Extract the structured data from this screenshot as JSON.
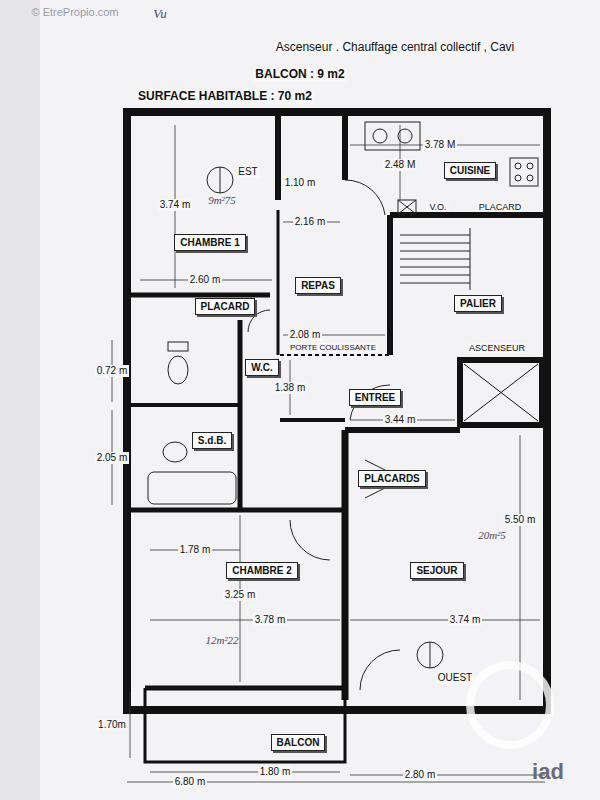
{
  "diagram": {
    "nodes": [
      {
        "text": [
          "CHAMBRE 1"
        ]
      },
      {
        "text": [
          "PLACARD"
        ]
      },
      {
        "text": [
          "REPAS"
        ]
      },
      {
        "text": [
          "CUISINE"
        ]
      },
      {
        "text": [
          "PALIER"
        ]
      },
      {
        "text": [
          "W.C."
        ]
      },
      {
        "text": [
          "ENTREE"
        ]
      },
      {
        "text": [
          "S.d.B."
        ]
      },
      {
        "text": [
          "PLACARDS"
        ]
      },
      {
        "text": [
          "SEJOUR"
        ]
      },
      {
        "text": [
          "CHAMBRE 2"
        ]
      },
      {
        "text": [
          "BALCON"
        ]
      }
    ],
    "labels": [
      "© EtrePropio.com",
      "Vu",
      "Ascenseur . Chauffage central collectif , Cavi",
      "BALCON : 9 m2",
      "SURFACE HABITABLE : 70 m2",
      "EST",
      "3.74 m",
      "2.60 m",
      "1.10 m",
      "2.16 m",
      "3.78 M",
      "2.48 M",
      "V.O.",
      "PLACARD",
      "2.08 m",
      "PORTE COULISSANTE",
      "ASCENSEUR",
      "1.38 m",
      "3.44 m",
      "0.72 m",
      "2.05 m",
      "5.50 m",
      "1.78 m",
      "3.25 m",
      "3.78 m",
      "3.74 m",
      "OUEST",
      "1.70m",
      "1.80 m",
      "2.80 m",
      "6.80 m",
      "iad",
      "9m²75",
      "20m²5",
      "12m²22"
    ]
  }
}
